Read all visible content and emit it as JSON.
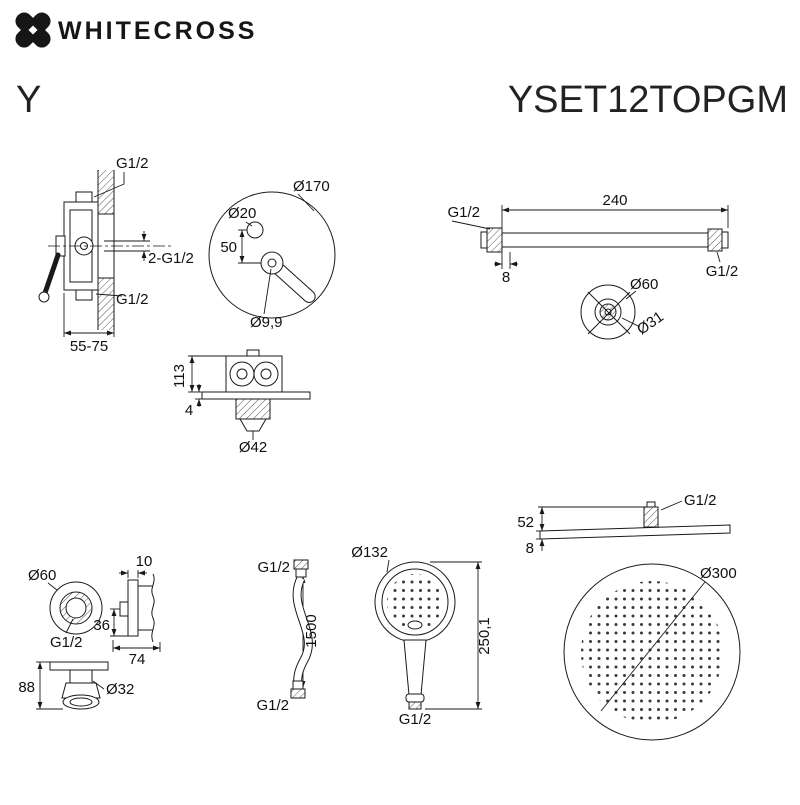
{
  "brand": {
    "name": "WHITECROSS"
  },
  "header": {
    "series": "Y",
    "model": "YSET12TOPGM"
  },
  "colors": {
    "ink": "#1a1a1a",
    "background": "#ffffff"
  },
  "drawings": {
    "mixer_side": {
      "top_thread": "G1/2",
      "outlet_threads": "2-G1/2",
      "bottom_thread": "G1/2",
      "mounting_depth": "55-75"
    },
    "mixer_front": {
      "plate_diameter": "Ø170",
      "hole_diameter": "Ø20",
      "hole_offset": "50",
      "pin_diameter": "Ø9,9"
    },
    "shower_arm": {
      "wall_thread": "G1/2",
      "length": "240",
      "flange_offset": "8",
      "end_thread": "G1/2",
      "flange_diameter": "Ø60",
      "collar_diameter": "Ø31"
    },
    "mixer_top": {
      "trim_height": "113",
      "plate_thickness": "4",
      "escutcheon_diameter": "Ø42"
    },
    "head_side": {
      "thread": "G1/2",
      "connector_height": "52",
      "plate_thickness": "8"
    },
    "head_bottom": {
      "diameter": "Ø300"
    },
    "hand_shower": {
      "head_diameter": "Ø132",
      "length": "250,1",
      "thread": "G1/2"
    },
    "hose": {
      "top_thread": "G1/2",
      "length": "1500",
      "bottom_thread": "G1/2"
    },
    "wall_outlet": {
      "flange_diameter": "Ø60",
      "thread": "G1/2",
      "plate_thickness": "10",
      "bracket_height": "36",
      "bracket_depth": "74",
      "body_height": "88",
      "pipe_diameter": "Ø32"
    }
  }
}
